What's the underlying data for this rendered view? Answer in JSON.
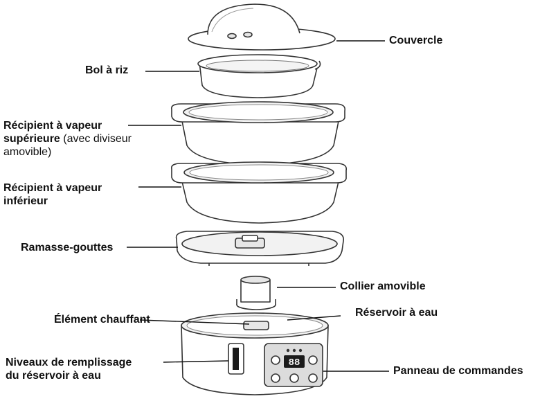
{
  "labels": {
    "couvercle": "Couvercle",
    "bol": "Bol à riz",
    "sup_l1": "Récipient à vapeur",
    "sup_l2_bold": "supérieure",
    "sup_l2_rest": " (avec diviseur",
    "sup_l3": "amovible)",
    "inf_l1": "Récipient à vapeur",
    "inf_l2": "inférieur",
    "ramasse": "Ramasse-gouttes",
    "collier": "Collier amovible",
    "element": "Élément chauffant",
    "reservoir": "Réservoir à eau",
    "niveaux_l1": "Niveaux de remplissage",
    "niveaux_l2": "du réservoir à eau",
    "panneau": "Panneau de commandes"
  },
  "display": {
    "digits": "88"
  },
  "colors": {
    "outline": "#333333",
    "fill": "#ffffff",
    "shade": "#e6e6e6",
    "panel": "#dcdcdc",
    "display": "#1a1a1a",
    "digit": "#f2f2f2",
    "leader": "#111111"
  }
}
